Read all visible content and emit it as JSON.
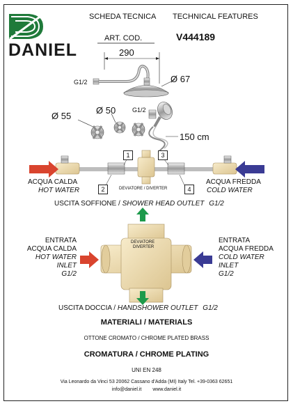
{
  "brand": {
    "name": "DANIEL",
    "color": "#1f7a3a"
  },
  "header": {
    "title_it": "SCHEDA TECNICA",
    "title_en": "TECHNICAL FEATURES",
    "art_label": "ART. COD.",
    "art_code": "V444189"
  },
  "product": {
    "arm_length": "290",
    "arm_thread": "G1/2",
    "head_diameter": "Ø 67",
    "handle_diameter": "Ø 55",
    "diverter_diameter": "Ø 50",
    "hand_thread": "G1/2",
    "hose_length": "150 cm"
  },
  "diagram": {
    "hot_it": "ACQUA CALDA",
    "hot_en": "HOT WATER",
    "cold_it": "ACQUA FREDDA",
    "cold_en": "COLD WATER",
    "diverter_label": "DEVIATORE / DIVERTER",
    "parts": [
      "1",
      "2",
      "3",
      "4"
    ],
    "colors": {
      "hot": "#d9442e",
      "cold": "#3a3b94",
      "outlet": "#1d9a4b",
      "brass": "#f0deb2"
    }
  },
  "outlets": {
    "top_it": "USCITA SOFFIONE /",
    "top_en": "SHOWER HEAD OUTLET",
    "top_thread": "G1/2",
    "bottom_it": "USCITA DOCCIA /",
    "bottom_en": "HANDSHOWER OUTLET",
    "bottom_thread": "G1/2"
  },
  "inlets": {
    "hot": {
      "it1": "ENTRATA",
      "it2": "ACQUA CALDA",
      "en1": "HOT WATER",
      "en2": "INLET",
      "thread": "G1/2"
    },
    "cold": {
      "it1": "ENTRATA",
      "it2": "ACQUA FREDDA",
      "en1": "COLD WATER",
      "en2": "INLET",
      "thread": "G1/2"
    },
    "body_label_1": "DEVIATORE",
    "body_label_2": "DIVERTER"
  },
  "specs": {
    "materials_title": "MATERIALI / MATERIALS",
    "material": "OTTONE CROMATO  / CHROME PLATED BRASS",
    "finish": "CROMATURA / CHROME PLATING",
    "standard": "UNI EN 248"
  },
  "footer": {
    "address": "Via Leonardo da Vinci 53    20062 Cassano d'Adda (MI) Italy Tel. +39-0363 62651",
    "email": "info@daniel.it",
    "web": "www.daniel.it"
  }
}
